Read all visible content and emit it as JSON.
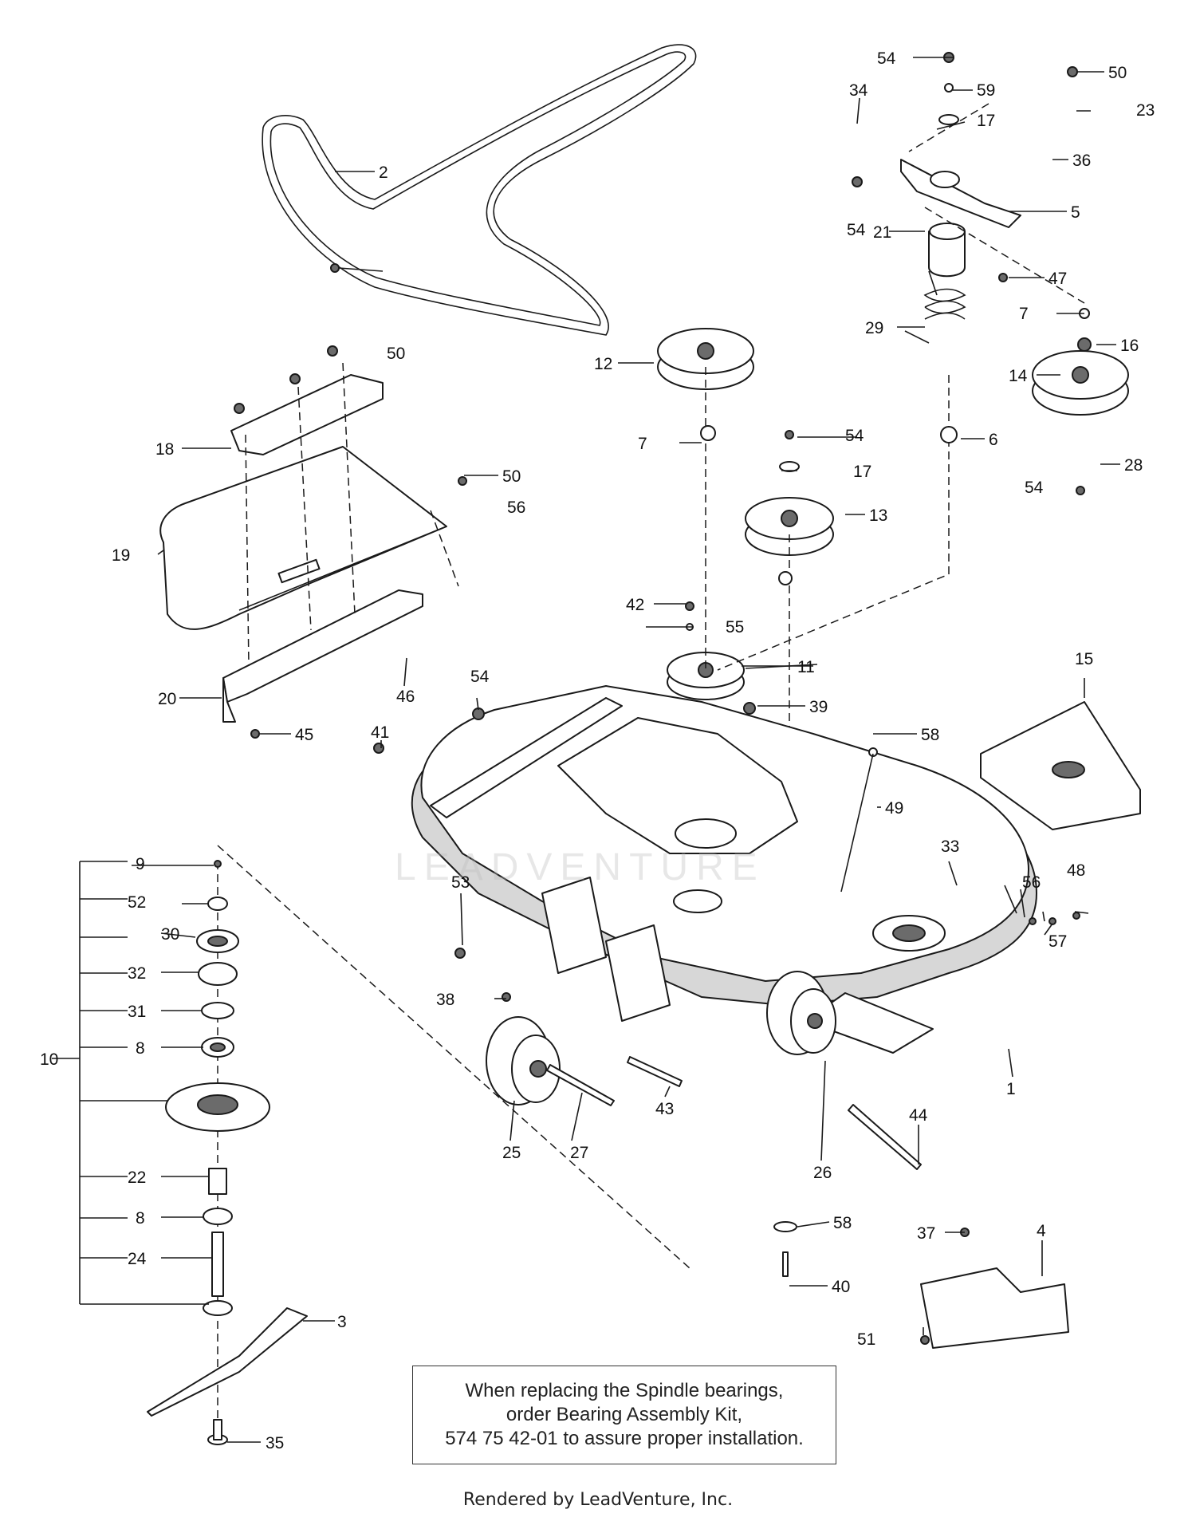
{
  "callouts": [
    {
      "id": "1",
      "label": "1"
    },
    {
      "id": "2",
      "label": "2"
    },
    {
      "id": "3",
      "label": "3"
    },
    {
      "id": "4",
      "label": "4"
    },
    {
      "id": "5",
      "label": "5"
    },
    {
      "id": "6",
      "label": "6"
    },
    {
      "id": "7a",
      "label": "7"
    },
    {
      "id": "7b",
      "label": "7"
    },
    {
      "id": "8a",
      "label": "8"
    },
    {
      "id": "8b",
      "label": "8"
    },
    {
      "id": "9",
      "label": "9"
    },
    {
      "id": "10",
      "label": "10"
    },
    {
      "id": "11",
      "label": "11"
    },
    {
      "id": "12",
      "label": "12"
    },
    {
      "id": "13",
      "label": "13"
    },
    {
      "id": "14",
      "label": "14"
    },
    {
      "id": "15",
      "label": "15"
    },
    {
      "id": "16",
      "label": "16"
    },
    {
      "id": "17a",
      "label": "17"
    },
    {
      "id": "17b",
      "label": "17"
    },
    {
      "id": "18",
      "label": "18"
    },
    {
      "id": "19",
      "label": "19"
    },
    {
      "id": "20",
      "label": "20"
    },
    {
      "id": "21",
      "label": "21"
    },
    {
      "id": "22",
      "label": "22"
    },
    {
      "id": "23",
      "label": "23"
    },
    {
      "id": "24",
      "label": "24"
    },
    {
      "id": "25",
      "label": "25"
    },
    {
      "id": "26",
      "label": "26"
    },
    {
      "id": "27",
      "label": "27"
    },
    {
      "id": "28",
      "label": "28"
    },
    {
      "id": "29",
      "label": "29"
    },
    {
      "id": "30",
      "label": "30"
    },
    {
      "id": "31",
      "label": "31"
    },
    {
      "id": "32",
      "label": "32"
    },
    {
      "id": "33",
      "label": "33"
    },
    {
      "id": "34",
      "label": "34"
    },
    {
      "id": "35",
      "label": "35"
    },
    {
      "id": "36",
      "label": "36"
    },
    {
      "id": "37",
      "label": "37"
    },
    {
      "id": "38",
      "label": "38"
    },
    {
      "id": "39",
      "label": "39"
    },
    {
      "id": "40",
      "label": "40"
    },
    {
      "id": "41",
      "label": "41"
    },
    {
      "id": "42",
      "label": "42"
    },
    {
      "id": "43",
      "label": "43"
    },
    {
      "id": "44",
      "label": "44"
    },
    {
      "id": "45",
      "label": "45"
    },
    {
      "id": "46",
      "label": "46"
    },
    {
      "id": "47",
      "label": "47"
    },
    {
      "id": "48",
      "label": "48"
    },
    {
      "id": "49",
      "label": "49"
    },
    {
      "id": "50a",
      "label": "50"
    },
    {
      "id": "50b",
      "label": "50"
    },
    {
      "id": "50c",
      "label": "50"
    },
    {
      "id": "51",
      "label": "51"
    },
    {
      "id": "52",
      "label": "52"
    },
    {
      "id": "53",
      "label": "53"
    },
    {
      "id": "54a",
      "label": "54"
    },
    {
      "id": "54b",
      "label": "54"
    },
    {
      "id": "54c",
      "label": "54"
    },
    {
      "id": "54d",
      "label": "54"
    },
    {
      "id": "54e",
      "label": "54"
    },
    {
      "id": "55",
      "label": "55"
    },
    {
      "id": "56a",
      "label": "56"
    },
    {
      "id": "56b",
      "label": "56"
    },
    {
      "id": "57",
      "label": "57"
    },
    {
      "id": "58a",
      "label": "58"
    },
    {
      "id": "58b",
      "label": "58"
    },
    {
      "id": "59",
      "label": "59"
    }
  ],
  "note": {
    "line1": "When replacing the Spindle bearings,",
    "line2": "order Bearing Assembly Kit,",
    "line3": "574 75 42-01 to assure proper installation."
  },
  "footer": "Rendered by LeadVenture, Inc.",
  "watermark": "LEADVENTURE"
}
